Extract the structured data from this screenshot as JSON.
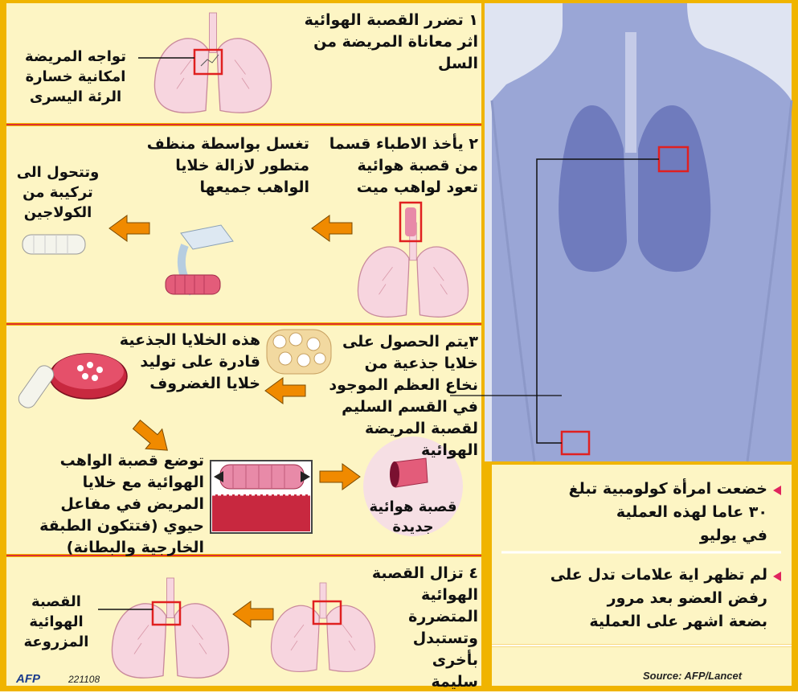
{
  "colors": {
    "panel_bg": "#fdf5c4",
    "right_bg": "#dfe4f2",
    "body_fill": "#9aa6d6",
    "lung_fill": "#f7d5df",
    "separator": "#e03030",
    "arrow": "#f08a00",
    "frame": "#f0b400"
  },
  "step1": {
    "text": "١  تضرر القصبة الهوائية\nاثر معاناة المريضة من\nالسل",
    "label": "تواجه المريضة\nامكانية خسارة\nالرئة اليسرى"
  },
  "step2": {
    "text": "٢ يأخذ الاطباء قسما\nمن قصبة هوائية\nتعود لواهب ميت",
    "middle": "تغسل بواسطة منظف\nمتطور لازالة خلايا\nالواهب جميعها",
    "left": "وتتحول الى\nتركيبة من\nالكولاجين"
  },
  "step3": {
    "text": "٣يتم الحصول على\nخلايا جذعية من\nنخاع العظم الموجود\nفي القسم السليم\nلقصبة المريضة الهوائية",
    "stem": "هذه الخلايا الجذعية\nقادرة على توليد\nخلايا الغضروف",
    "place": "توضع قصبة الواهب\nالهوائية مع خلايا\nالمريض في مفاعل\nحيوي (فتتكون الطبقة\nالخارجية والبطانة)",
    "new": "قصبة هوائية\nجديدة"
  },
  "step4": {
    "text": "٤ تزال القصبة\nالهوائية\nالمتضررة\nوتستبدل\nبأخرى\nسليمة",
    "label": "القصبة\nالهوائية\nالمزروعة"
  },
  "bullets": [
    "خضعت امرأة كولومبية تبلغ\n٣٠ عاما لهذه العملية\nفي يوليو",
    "لم تظهر اية علامات تدل على\nرفض العضو بعد مرور\nبضعة اشهر على العملية"
  ],
  "source": "Source: AFP/Lancet",
  "footer": {
    "logo": "AFP",
    "code": "221108"
  }
}
